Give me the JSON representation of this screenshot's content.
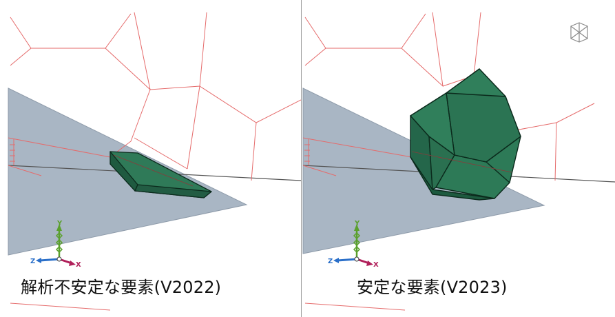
{
  "left_view": {
    "caption": "解析不安定な要素(V2022)",
    "triad": {
      "y_label": "Y",
      "z_label": "Z",
      "x_label": "X"
    }
  },
  "right_view": {
    "caption": "安定な要素(V2023)",
    "triad": {
      "y_label": "Y",
      "z_label": "Z",
      "x_label": "X"
    },
    "view_cube_icon": "view-cube-icon"
  },
  "colors": {
    "mesh_lines": "#e56a6a",
    "ground_plane": "#a9b6c4",
    "element_fill": "#2a6b4d",
    "element_edge": "#0b2a1c",
    "axis_y": "#5aa02c",
    "axis_z": "#2a6fc9",
    "axis_x": "#b0205a"
  }
}
